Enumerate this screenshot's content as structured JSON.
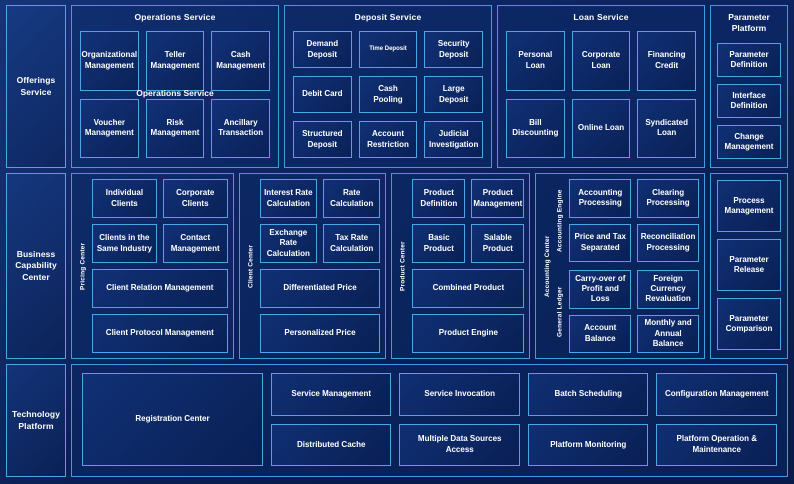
{
  "layers": {
    "offerings": {
      "label": "Offerings\nService"
    },
    "business": {
      "label": "Business\nCapability\nCenter"
    },
    "technology": {
      "label": "Technology\nPlatform"
    }
  },
  "offerings_service": {
    "groups": [
      {
        "title": "Operations Service",
        "ghost_title": "Operations Service",
        "cards": [
          "Organizational Management",
          "Teller Management",
          "Cash Management",
          "Voucher Management",
          "Risk Management",
          "Ancillary Transaction"
        ]
      },
      {
        "title": "Deposit Service",
        "cards": [
          "Demand Deposit",
          "Time Deposit",
          "Security Deposit",
          "Debit Card",
          "Cash Pooling",
          "Large Deposit",
          "Structured Deposit",
          "Account Restriction",
          "Judicial Investigation"
        ]
      },
      {
        "title": "Loan Service",
        "cards": [
          "Personal Loan",
          "Corporate Loan",
          "Financing Credit",
          "Bill Discounting",
          "Online Loan",
          "Syndicated Loan"
        ]
      }
    ]
  },
  "parameter_platform": {
    "title": "Parameter Platform",
    "items": [
      "Parameter Definition",
      "Interface Definition",
      "Change Management",
      "Process Management",
      "Parameter Release",
      "Parameter Comparison"
    ]
  },
  "business_capability": {
    "centers": [
      {
        "vlabel": "Pricing Center",
        "pair1": [
          "Individual Clients",
          "Corporate Clients"
        ],
        "pair2": [
          "Clients in the Same Industry",
          "Contact Management"
        ],
        "wide1": "Client Relation Management",
        "wide2": "Client Protocol Management"
      },
      {
        "vlabel": "Client Center",
        "pair1": [
          "Interest Rate Calculation",
          "Rate Calculation"
        ],
        "pair2": [
          "Exchange Rate Calculation",
          "Tax Rate Calculation"
        ],
        "wide1": "Differentiated Price",
        "wide2": "Personalized Price"
      },
      {
        "vlabel": "Product Center",
        "pair1": [
          "Product Definition",
          "Product Management"
        ],
        "pair2": [
          "Basic Product",
          "Salable Product"
        ],
        "wide1": "Combined Product",
        "wide2": "Product Engine"
      }
    ],
    "accounting": {
      "vlabel": "Accounting Center",
      "engine": {
        "vlabel": "Accounting Engine",
        "pair1": [
          "Accounting Processing",
          "Clearing Processing"
        ],
        "pair2": [
          "Price and Tax Separated",
          "Reconciliation Processing"
        ]
      },
      "ledger": {
        "vlabel": "General  Ledger",
        "pair1": [
          "Carry-over of Profit and Loss",
          "Foreign Currency Revaluation"
        ],
        "pair2": [
          "Account Balance",
          "Monthly and Annual Balance"
        ]
      }
    }
  },
  "technology_platform": {
    "registration": "Registration Center",
    "items": [
      "Service Management",
      "Service Invocation",
      "Batch Scheduling",
      "Configuration Management",
      "Distributed Cache",
      "Multiple Data Sources Access",
      "Platform Monitoring",
      "Platform Operation & Maintenance"
    ]
  },
  "colors": {
    "background": "#0a1f52",
    "border": "#3d9de0",
    "card_border": "#4aa6e8",
    "text": "#ffffff"
  }
}
